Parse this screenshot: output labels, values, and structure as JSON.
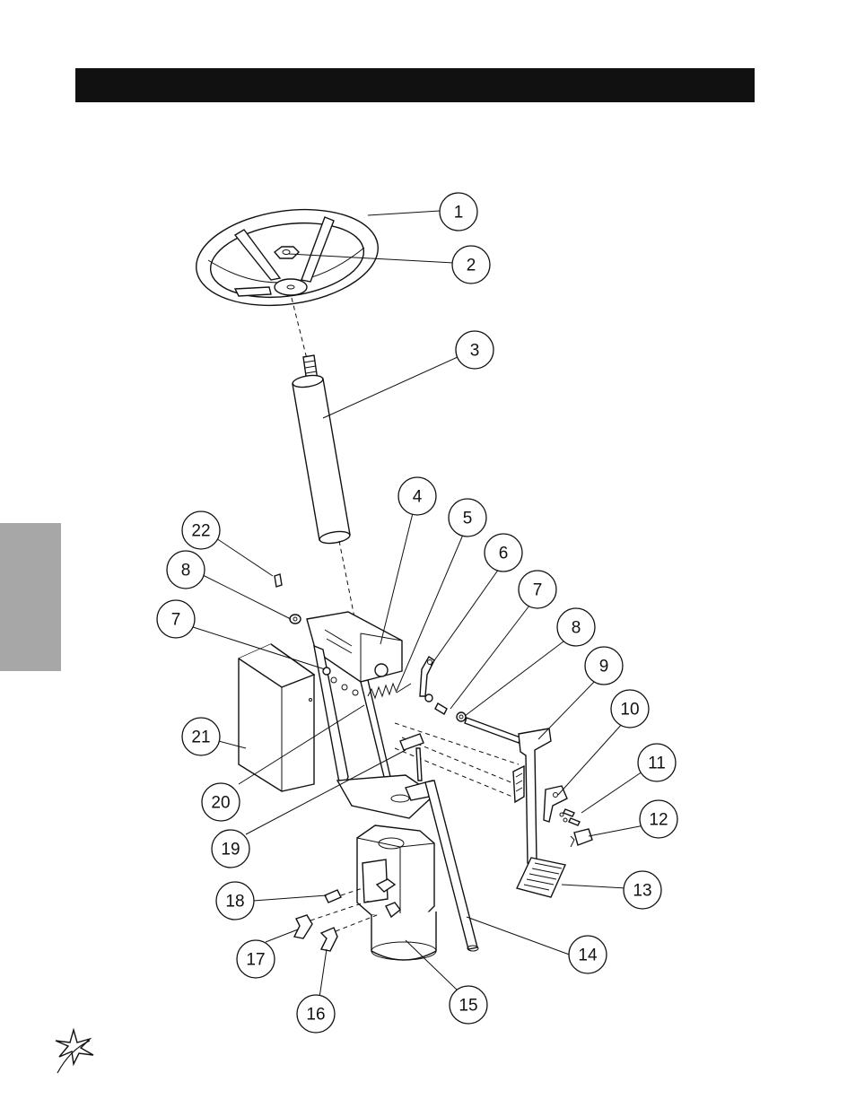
{
  "header": {
    "title": ""
  },
  "side_tab": {
    "label": ""
  },
  "callouts": [
    {
      "id": "callout-1",
      "label": "1"
    },
    {
      "id": "callout-2",
      "label": "2"
    },
    {
      "id": "callout-3",
      "label": "3"
    },
    {
      "id": "callout-4",
      "label": "4"
    },
    {
      "id": "callout-5",
      "label": "5"
    },
    {
      "id": "callout-6",
      "label": "6"
    },
    {
      "id": "callout-7a",
      "label": "7"
    },
    {
      "id": "callout-8a",
      "label": "8"
    },
    {
      "id": "callout-9",
      "label": "9"
    },
    {
      "id": "callout-10",
      "label": "10"
    },
    {
      "id": "callout-11",
      "label": "11"
    },
    {
      "id": "callout-12",
      "label": "12"
    },
    {
      "id": "callout-13",
      "label": "13"
    },
    {
      "id": "callout-14",
      "label": "14"
    },
    {
      "id": "callout-15",
      "label": "15"
    },
    {
      "id": "callout-16",
      "label": "16"
    },
    {
      "id": "callout-17",
      "label": "17"
    },
    {
      "id": "callout-18",
      "label": "18"
    },
    {
      "id": "callout-19",
      "label": "19"
    },
    {
      "id": "callout-20",
      "label": "20"
    },
    {
      "id": "callout-21",
      "label": "21"
    },
    {
      "id": "callout-7b",
      "label": "7"
    },
    {
      "id": "callout-8b",
      "label": "8"
    },
    {
      "id": "callout-22",
      "label": "22"
    }
  ],
  "logo": {
    "name": "star-logo-icon"
  }
}
